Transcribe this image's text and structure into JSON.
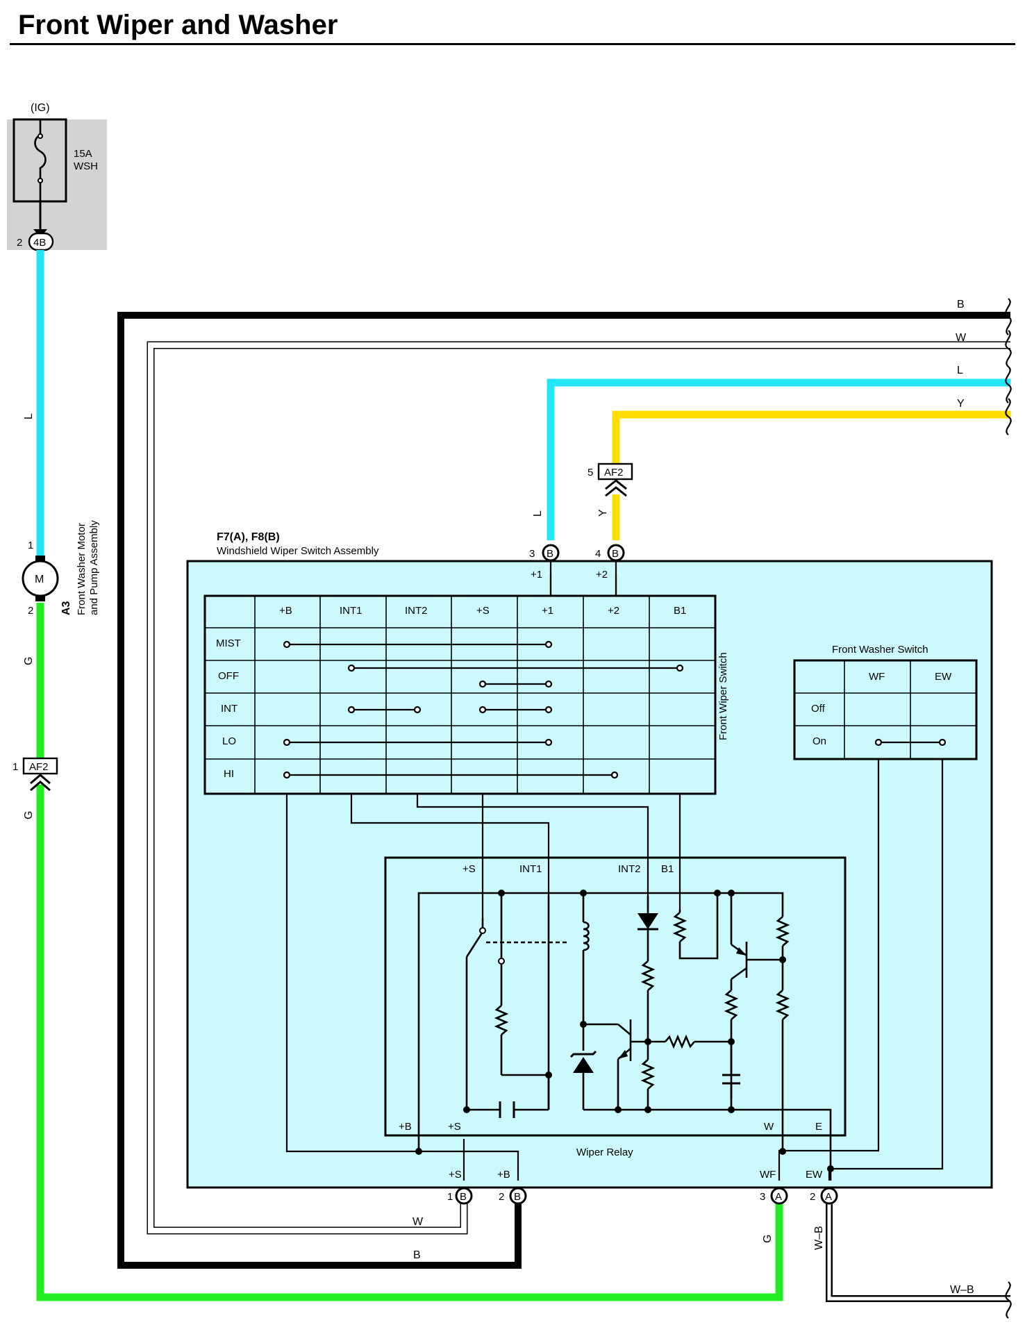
{
  "title": "Front Wiper and Washer",
  "colors": {
    "L": "#22e6f5",
    "Y": "#ffdd00",
    "G": "#22ee22",
    "B": "#000000",
    "W": "#ffffff",
    "panel": "#ccf9fb",
    "fuse_box": "#d3d3d3"
  },
  "fuse": {
    "supply": "(IG)",
    "rating": "15A",
    "name": "WSH",
    "connector": "4B",
    "pin": "2"
  },
  "washer_motor": {
    "code": "A3",
    "name_line1": "Front Washer Motor",
    "name_line2": "and Pump Assembly",
    "symbol": "M",
    "pin1": "1",
    "pin2": "2"
  },
  "assembly": {
    "code": "F7(A), F8(B)",
    "name": "Windshield Wiper Switch Assembly"
  },
  "connectors": {
    "af2_top": {
      "pin": "5",
      "code": "AF2"
    },
    "af2_left": {
      "pin": "1",
      "code": "AF2"
    },
    "b3": {
      "pin": "3",
      "code": "B",
      "term": "+1"
    },
    "b4": {
      "pin": "4",
      "code": "B",
      "term": "+2"
    },
    "b1": {
      "pin": "1",
      "code": "B",
      "term": "+S"
    },
    "b2": {
      "pin": "2",
      "code": "B",
      "term": "+B"
    },
    "a3": {
      "pin": "3",
      "code": "A",
      "term": "WF"
    },
    "a2": {
      "pin": "2",
      "code": "A",
      "term": "EW"
    }
  },
  "wire_labels": {
    "B": "B",
    "W": "W",
    "L": "L",
    "Y": "Y",
    "G": "G",
    "WB": "W–B"
  },
  "wiper_switch": {
    "label": "Front Wiper Switch",
    "columns": [
      "+B",
      "INT1",
      "INT2",
      "+S",
      "+1",
      "+2",
      "B1"
    ],
    "rows": [
      "MIST",
      "OFF",
      "INT",
      "LO",
      "HI"
    ]
  },
  "washer_switch": {
    "label": "Front Washer Switch",
    "columns": [
      "WF",
      "EW"
    ],
    "rows": [
      "Off",
      "On"
    ]
  },
  "relay": {
    "label": "Wiper Relay",
    "top_terms": [
      "+S",
      "INT1",
      "INT2",
      "B1"
    ],
    "bottom_terms": [
      "+B",
      "+S",
      "W",
      "E"
    ]
  }
}
